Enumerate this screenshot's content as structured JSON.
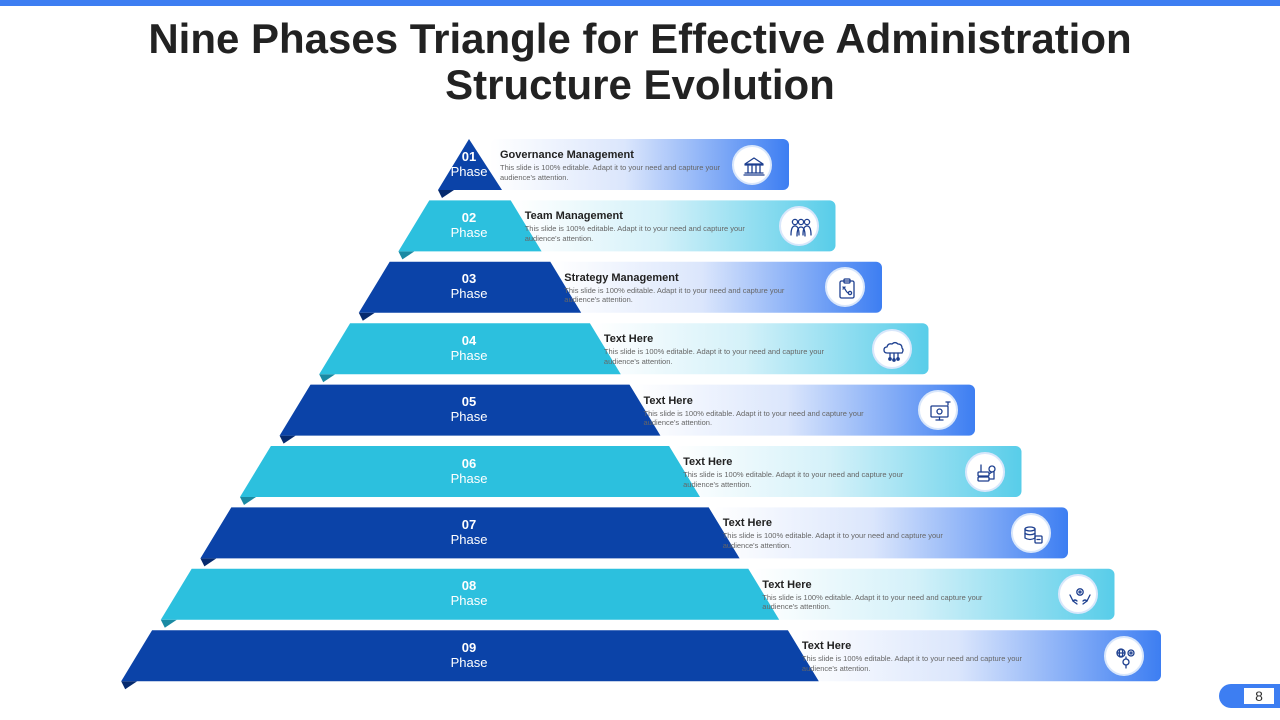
{
  "slide": {
    "title_line1": "Nine Phases Triangle for Effective Administration",
    "title_line2": "Structure Evolution",
    "page_number": "8"
  },
  "colors": {
    "accent": "#3d7ef2",
    "dark_blue": "#0b43a8",
    "light_blue": "#2cc0de"
  },
  "phases": [
    {
      "number": "01",
      "word": "Phase",
      "heading": "Governance Management",
      "desc": "This slide is 100%  editable.  Adapt  it to your  need  and  capture your  audience's  attention.",
      "icon": "government-building-icon",
      "tier_color": "dark"
    },
    {
      "number": "02",
      "word": "Phase",
      "heading": "Team Management",
      "desc": "This slide is 100%  editable.  Adapt  it to your  need  and  capture your  audience's  attention.",
      "icon": "team-people-icon",
      "tier_color": "light"
    },
    {
      "number": "03",
      "word": "Phase",
      "heading": "Strategy Management",
      "desc": "This slide is 100%  editable.  Adapt  it to your  need  and  capture your  audience's  attention.",
      "icon": "strategy-clipboard-icon",
      "tier_color": "dark"
    },
    {
      "number": "04",
      "word": "Phase",
      "heading": "Text Here",
      "desc": "This slide is 100%  editable.  Adapt  it to your  need  and  capture your  audience's  attention.",
      "icon": "brain-cloud-icon",
      "tier_color": "light"
    },
    {
      "number": "05",
      "word": "Phase",
      "heading": "Text Here",
      "desc": "This slide is 100%  editable.  Adapt  it to your  need  and capture  your  audience's  attention.",
      "icon": "monitor-settings-icon",
      "tier_color": "dark"
    },
    {
      "number": "06",
      "word": "Phase",
      "heading": "Text Here",
      "desc": "This slide is 100%  editable.  Adapt  it to your  need  and  capture your  audience's  attention.",
      "icon": "server-network-icon",
      "tier_color": "light"
    },
    {
      "number": "07",
      "word": "Phase",
      "heading": "Text Here",
      "desc": "This slide is 100%  editable.  Adapt  it to your  need  and  capture your  audience's  attention.",
      "icon": "database-process-icon",
      "tier_color": "dark"
    },
    {
      "number": "08",
      "word": "Phase",
      "heading": "Text Here",
      "desc": "This slide is 100%  editable.  Adapt  it to your  need  and  capture your  audience's  attention.",
      "icon": "hands-gear-icon",
      "tier_color": "light"
    },
    {
      "number": "09",
      "word": "Phase",
      "heading": "Text Here",
      "desc": "This slide is 100%  editable.  Adapt  it to your  need  and  capture your  audience's  attention.",
      "icon": "globe-gears-icon",
      "tier_color": "dark"
    }
  ]
}
